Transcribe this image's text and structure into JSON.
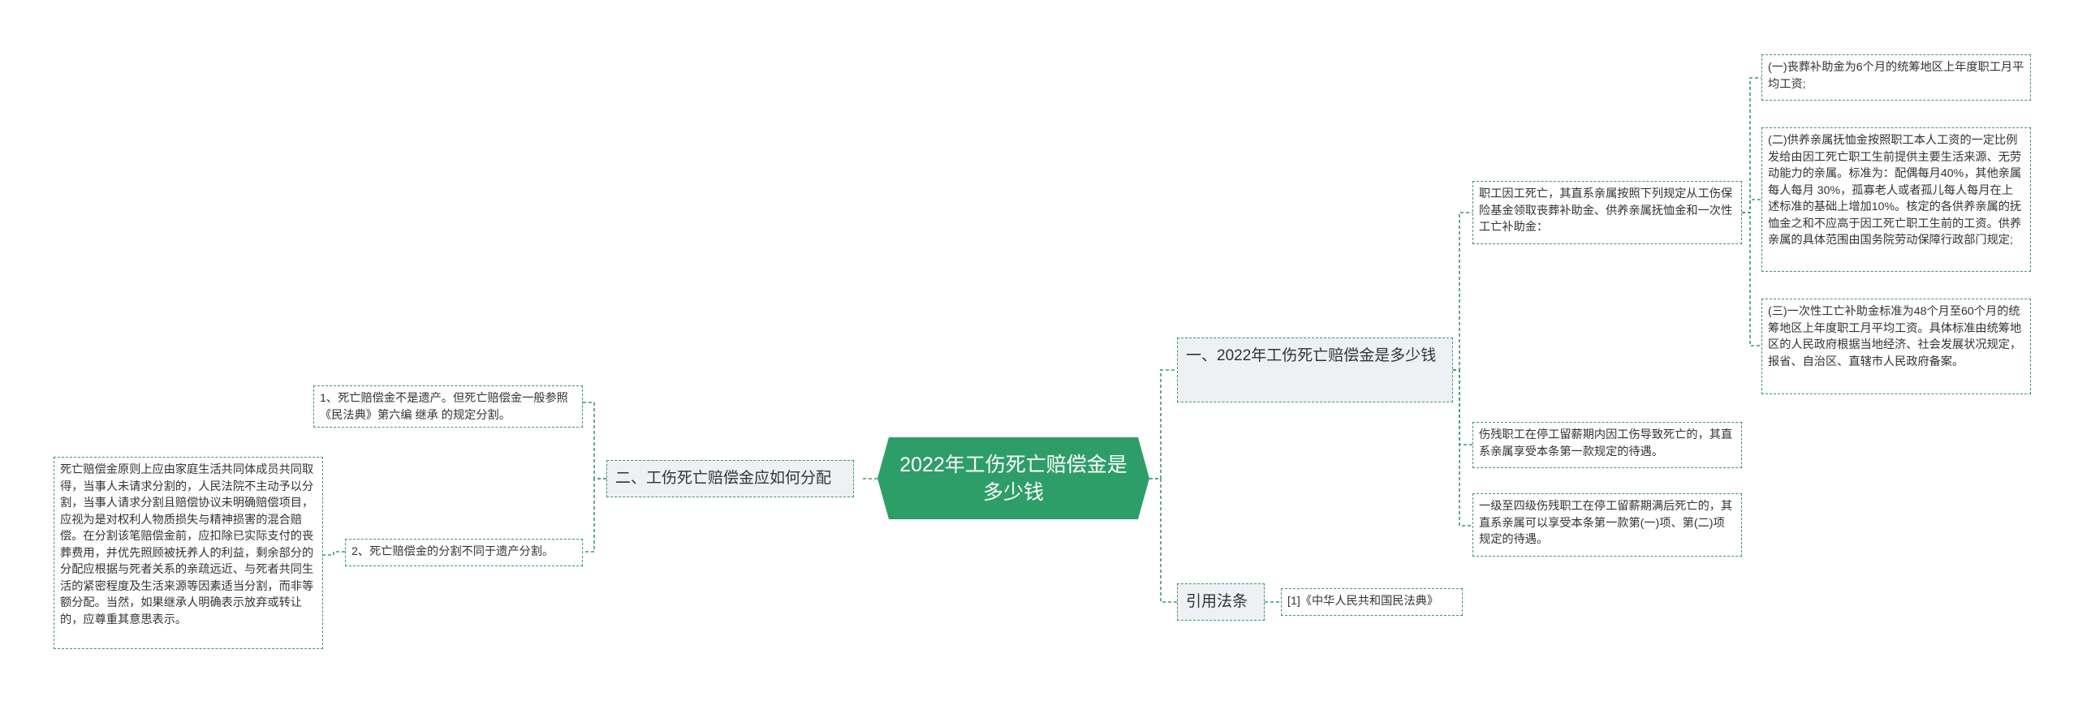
{
  "center": {
    "title": "2022年工伤死亡赔偿金是多少钱"
  },
  "branches": {
    "b1": {
      "label": "一、2022年工伤死亡赔偿金是多少钱"
    },
    "b2": {
      "label": "二、工伤死亡赔偿金应如何分配"
    },
    "b3": {
      "label": "引用法条"
    }
  },
  "leaves": {
    "b1_1": "职工因工死亡，其直系亲属按照下列规定从工伤保险基金领取丧葬补助金、供养亲属抚恤金和一次性工亡补助金：",
    "b1_1_1": "(一)丧葬补助金为6个月的统筹地区上年度职工月平均工资;",
    "b1_1_2": "(二)供养亲属抚恤金按照职工本人工资的一定比例发给由因工死亡职工生前提供主要生活来源、无劳动能力的亲属。标准为：配偶每月40%，其他亲属每人每月 30%，孤寡老人或者孤儿每人每月在上述标准的基础上增加10%。核定的各供养亲属的抚恤金之和不应高于因工死亡职工生前的工资。供养亲属的具体范围由国务院劳动保障行政部门规定;",
    "b1_1_3": "(三)一次性工亡补助金标准为48个月至60个月的统筹地区上年度职工月平均工资。具体标准由统筹地区的人民政府根据当地经济、社会发展状况规定，报省、自治区、直辖市人民政府备案。",
    "b1_2": "伤残职工在停工留薪期内因工伤导致死亡的，其直系亲属享受本条第一款规定的待遇。",
    "b1_3": "一级至四级伤残职工在停工留薪期满后死亡的，其直系亲属可以享受本条第一款第(一)项、第(二)项规定的待遇。",
    "b2_1": "1、死亡赔偿金不是遗产。但死亡赔偿金一般参照《民法典》第六编 继承 的规定分割。",
    "b2_2": "2、死亡赔偿金的分割不同于遗产分割。",
    "b2_2_1": "死亡赔偿金原则上应由家庭生活共同体成员共同取得，当事人未请求分割的，人民法院不主动予以分割，当事人请求分割且赔偿协议未明确赔偿项目，应视为是对权利人物质损失与精神损害的混合赔偿。在分割该笔赔偿金前，应扣除已实际支付的丧葬费用，并优先照顾被抚养人的利益，剩余部分的分配应根据与死者关系的亲疏远近、与死者共同生活的紧密程度及生活来源等因素适当分割，而非等额分配。当然，如果继承人明确表示放弃或转让的，应尊重其意思表示。",
    "b3_1": "[1]《中华人民共和国民法典》"
  }
}
